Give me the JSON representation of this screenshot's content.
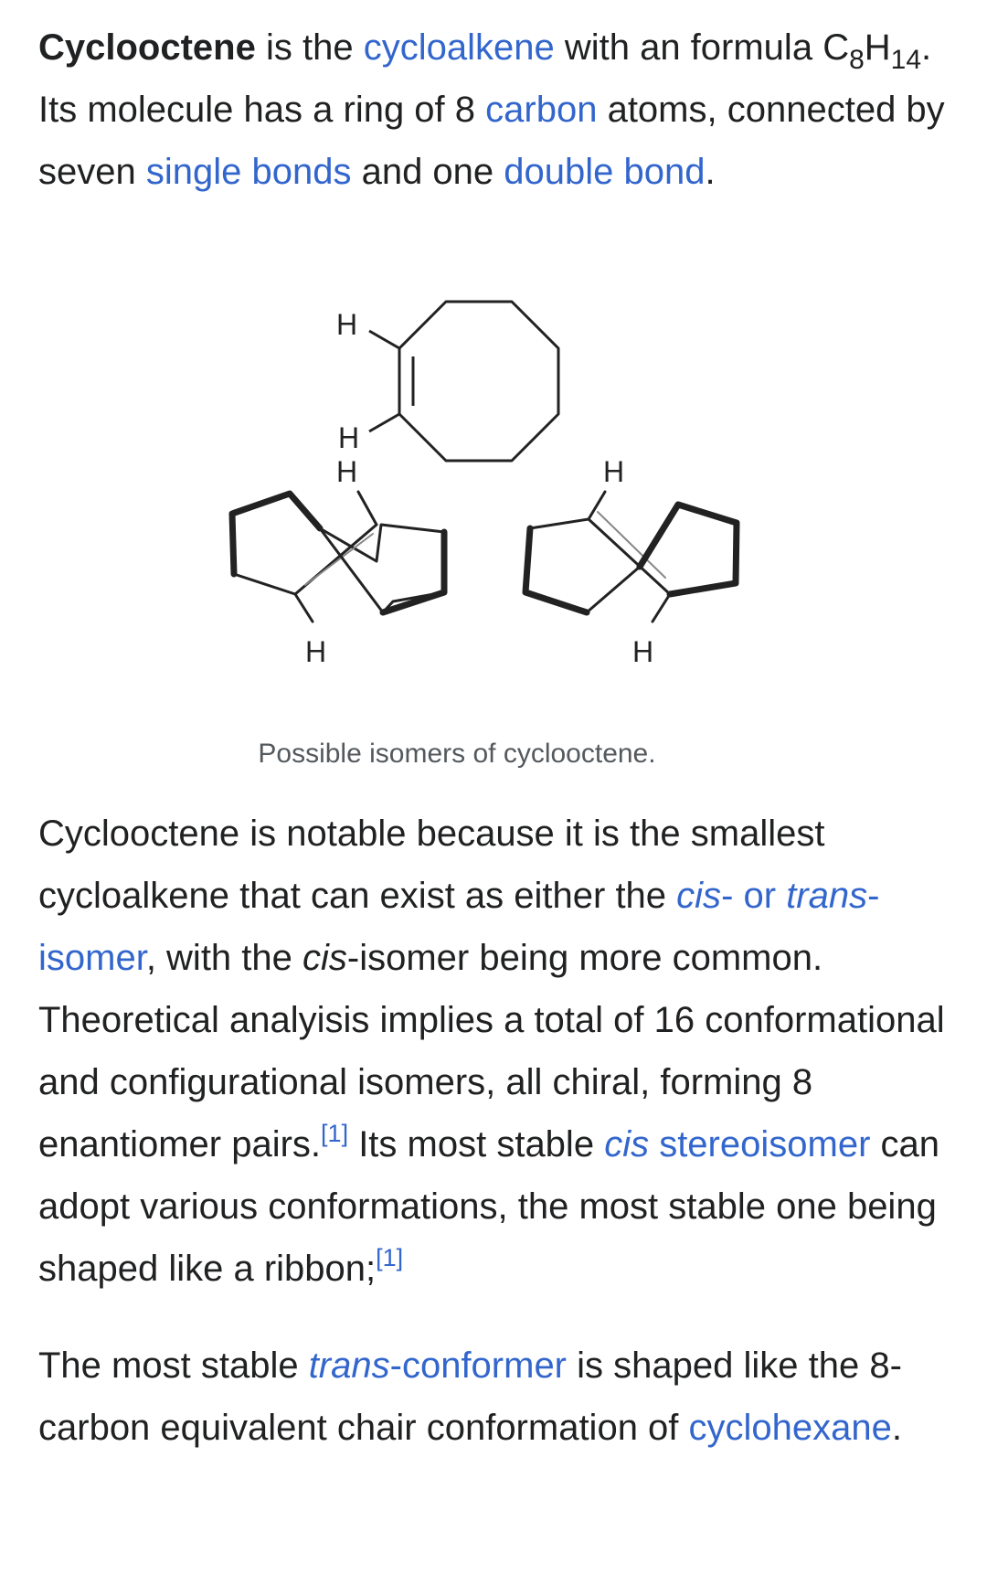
{
  "para1": {
    "bold_term": "Cyclooctene",
    "t1": " is the ",
    "link_cycloalkene": "cycloalkene",
    "t2": " with an formula ",
    "formula_c": "C",
    "formula_c_sub": "8",
    "formula_h": "H",
    "formula_h_sub": "14",
    "t3": ". Its molecule has a ring of 8 ",
    "link_carbon": "carbon",
    "t4": " atoms, connected by seven ",
    "link_single_bonds": "single bonds",
    "t5": " and one ",
    "link_double_bond": "double bond",
    "t6": "."
  },
  "figure": {
    "atom_label": "H",
    "caption": "Possible isomers of cyclooctene."
  },
  "para2": {
    "t1": "Cyclooctene is notable because it is the smallest cycloalkene that can exist as either the ",
    "link_cis_italic": "cis",
    "link_cis_rest": "- or ",
    "link_trans_italic": "trans",
    "link_trans_rest": "-isomer",
    "t2": ", with the ",
    "cis_italic": "cis",
    "t3": "-isomer being more common. Theoretical analyisis implies a total of 16 conformational and configurational isomers, all chiral, forming 8 enantiomer pairs.",
    "ref1": "[1]",
    "t4": " Its most stable ",
    "link_cis_stereo_italic": "cis",
    "link_cis_stereo_rest": " stereoisomer",
    "t5": " can adopt various conformations, the most stable one being shaped like a ribbon;",
    "ref2": "[1]"
  },
  "para3": {
    "t1": "The most stable ",
    "link_trans_italic": "trans",
    "link_trans_rest": "-conformer",
    "t2": " is shaped like the 8-carbon equivalent chair conformation of ",
    "link_cyclohexane": "cyclohexane",
    "t3": "."
  },
  "colors": {
    "link": "#3366cc",
    "text": "#202122",
    "caption": "#54595d"
  }
}
